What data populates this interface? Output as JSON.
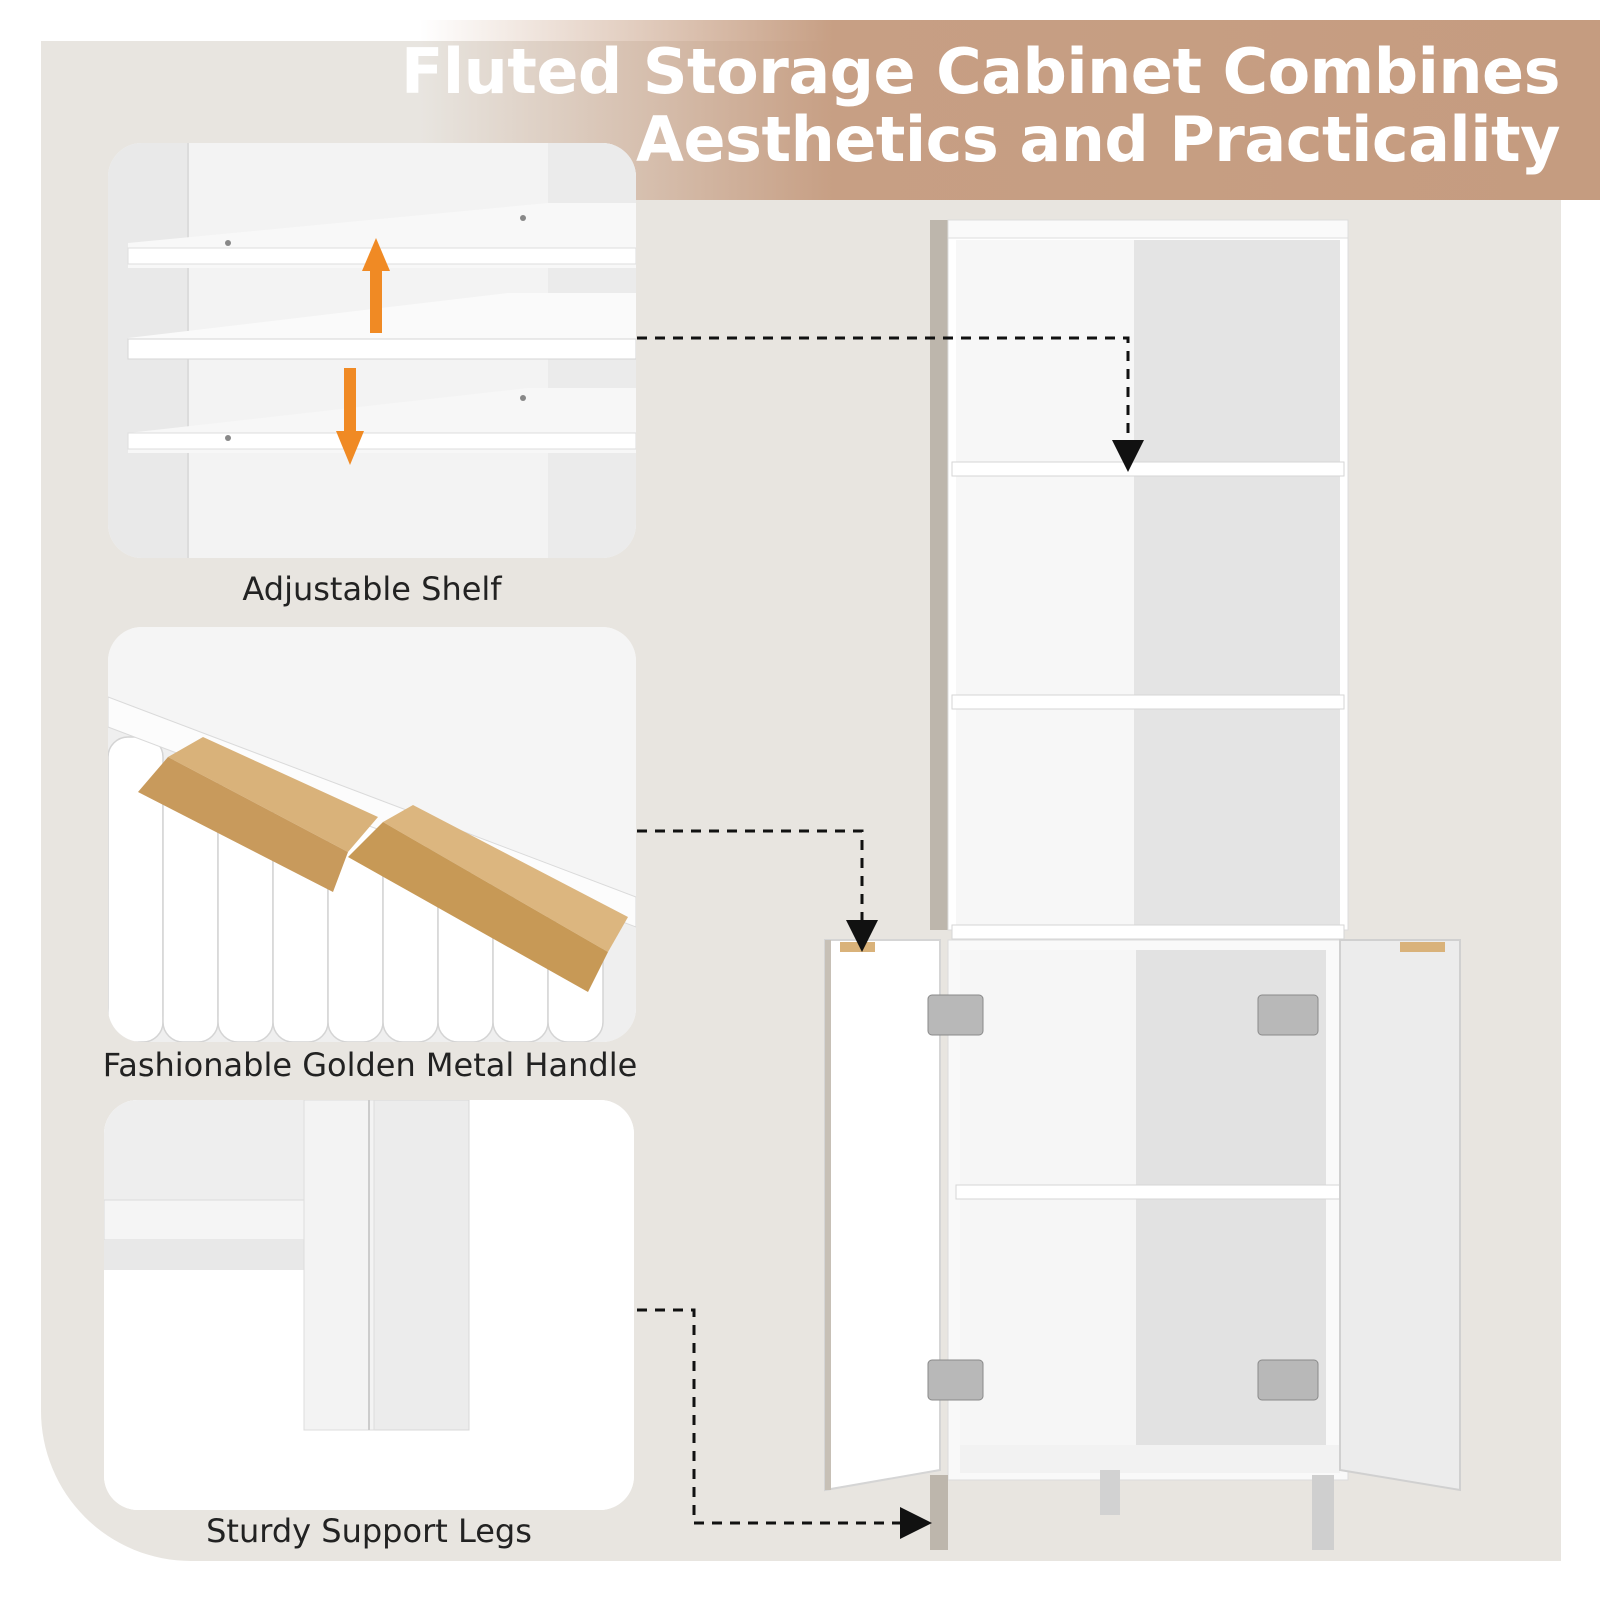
{
  "title": {
    "line1": "Fluted Storage Cabinet Combines",
    "line2": "Aesthetics and Practicality"
  },
  "features": [
    {
      "caption": "Adjustable Shelf",
      "icon": "shelf-detail"
    },
    {
      "caption": "Fashionable Golden Metal Handle",
      "icon": "handle-detail"
    },
    {
      "caption": "Sturdy Support Legs",
      "icon": "legs-detail"
    }
  ],
  "colors": {
    "accent": "#c79f84",
    "arrow": "#f08a24",
    "gold": "#d9b27a",
    "panel": "#e8e5e0"
  }
}
